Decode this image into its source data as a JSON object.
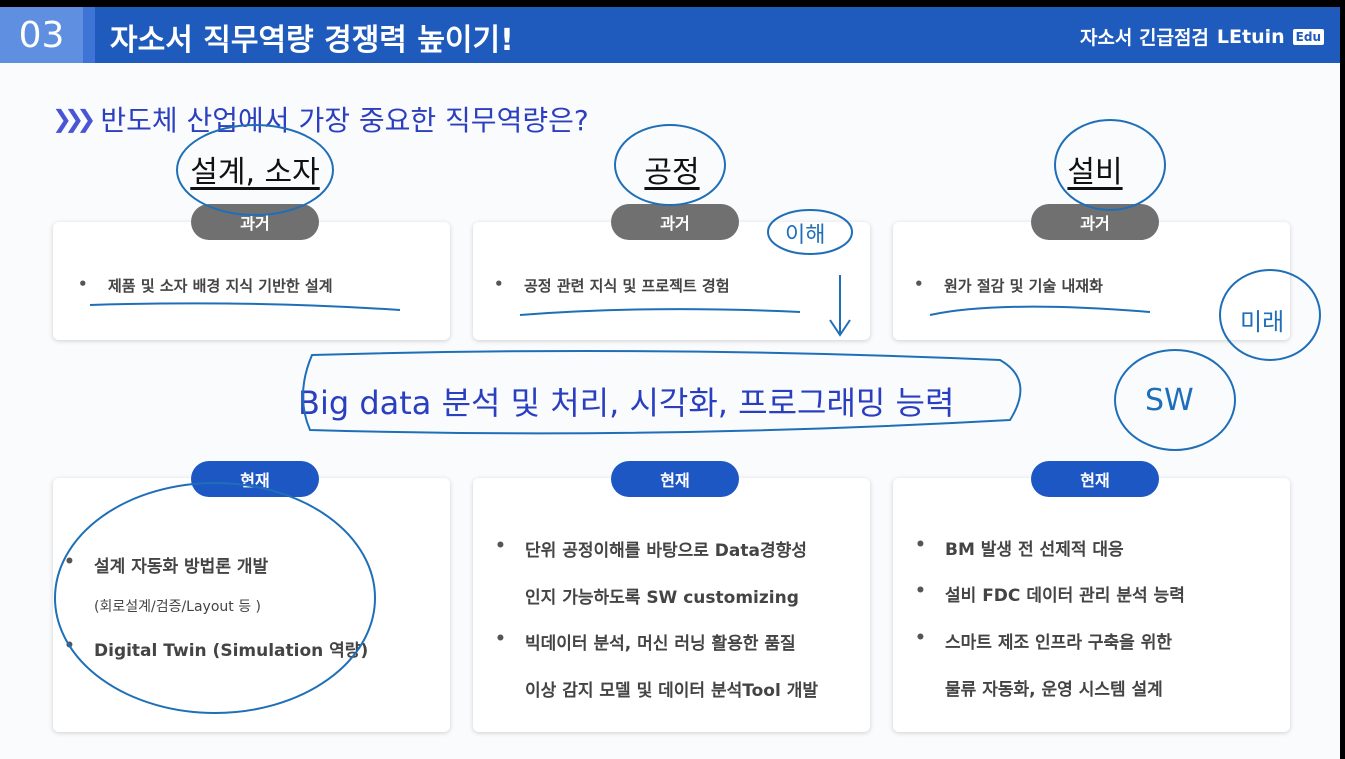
{
  "header": {
    "number": "03",
    "title": "자소서 직무역량 경쟁력 높이기!",
    "brand": "자소서 긴급점검",
    "logo": "LEtuin",
    "logo_badge": "Edu"
  },
  "question": "반도체 산업에서 가장 중요한 직무역량은?",
  "columns": [
    {
      "heading": "설계, 소자",
      "past_label": "과거",
      "past": [
        "제품 및 소자 배경 지식 기반한 설계"
      ],
      "present_label": "현재",
      "present": [
        "설계 자동화 방법론 개발",
        "(회로설계/검증/Layout 등 )",
        "Digital Twin (Simulation 역량)"
      ]
    },
    {
      "heading": "공정",
      "past_label": "과거",
      "past": [
        "공정 관련 지식 및  프로젝트 경험"
      ],
      "present_label": "현재",
      "present": [
        "단위 공정이해를 바탕으로 Data경향성",
        "인지 가능하도록 SW customizing",
        "빅데이터 분석, 머신 러닝 활용한 품질",
        "이상 감지 모델 및 데이터 분석Tool 개발"
      ]
    },
    {
      "heading": "설비",
      "past_label": "과거",
      "past": [
        "원가 절감 및 기술 내재화"
      ],
      "present_label": "현재",
      "present": [
        "BM 발생 전 선제적 대응",
        "설비 FDC 데이터 관리 분석 능력",
        "스마트 제조 인프라 구축을 위한",
        "물류 자동화, 운영 시스템 설계"
      ]
    }
  ],
  "annotations": {
    "bigdata": "Big data 분석 및 처리, 시각화, 프로그래밍 능력",
    "note_understand": "이해",
    "note_sw": "SW",
    "note_future": "미래"
  }
}
